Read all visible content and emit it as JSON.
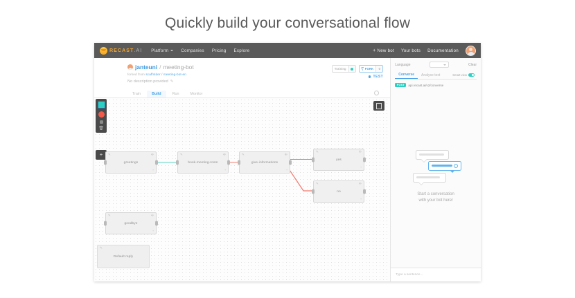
{
  "page_title": "Quickly build your conversational flow",
  "topnav": {
    "brand": "RECAST",
    "brand_suffix": ".AI",
    "links": [
      "Platform",
      "Companies",
      "Pricing",
      "Explore"
    ],
    "right_links": [
      "New bot",
      "Your bots",
      "Documentation"
    ],
    "new_bot_icon": "plus-icon",
    "avatar_icon": "user-avatar"
  },
  "project": {
    "owner": "janteuni",
    "separator": "/",
    "bot_name": "meeting-bot",
    "forked_prefix": "forked from",
    "forked_source": "scaffolder / meeting-bot-en",
    "description": "No description provided",
    "edit_icon": "pencil-icon",
    "training_label": "Training",
    "training_status_color": "#2ecfc3",
    "fork_label": "FORK",
    "fork_count": "0",
    "test_label": "TEST",
    "settings_icon": "gear-icon"
  },
  "tabs": [
    {
      "label": "Train",
      "active": false
    },
    {
      "label": "Build",
      "active": true
    },
    {
      "label": "Run",
      "active": false
    },
    {
      "label": "Monitor",
      "active": false
    }
  ],
  "canvas": {
    "toolbar_icons": [
      "record-start-icon",
      "record-stop-icon",
      "square-icon",
      "trash-icon"
    ],
    "add_button_icon": "plus-icon",
    "expand_button_icon": "fullscreen-icon",
    "node_icons": {
      "edit": "pencil-icon",
      "move": "move-icon",
      "delete": "trash-icon"
    },
    "nodes": [
      {
        "id": "greetings",
        "label": "greetings"
      },
      {
        "id": "book-meeting-room",
        "label": "book-meeting-room"
      },
      {
        "id": "give-informations",
        "label": "give-informations"
      },
      {
        "id": "yes",
        "label": "yes"
      },
      {
        "id": "no",
        "label": "no"
      },
      {
        "id": "goodbye",
        "label": "goodbye"
      },
      {
        "id": "default-reply",
        "label": "Default reply"
      }
    ],
    "edge_colors": {
      "positive": "#4fd2c4",
      "negative": "#f4776b"
    }
  },
  "right_panel": {
    "language_label": "Language",
    "language_value": "",
    "clear_label": "Clear",
    "tabs": [
      {
        "label": "Converse",
        "active": true
      },
      {
        "label": "Analyse text",
        "active": false
      }
    ],
    "smart_view_label": "Smart view",
    "smart_view_on": true,
    "method": "POST",
    "endpoint": "api.recast.ai/v2/converse",
    "empty_line1": "Start a conversation",
    "empty_line2": "with your bot here!",
    "input_placeholder": "Type a sentence..."
  }
}
